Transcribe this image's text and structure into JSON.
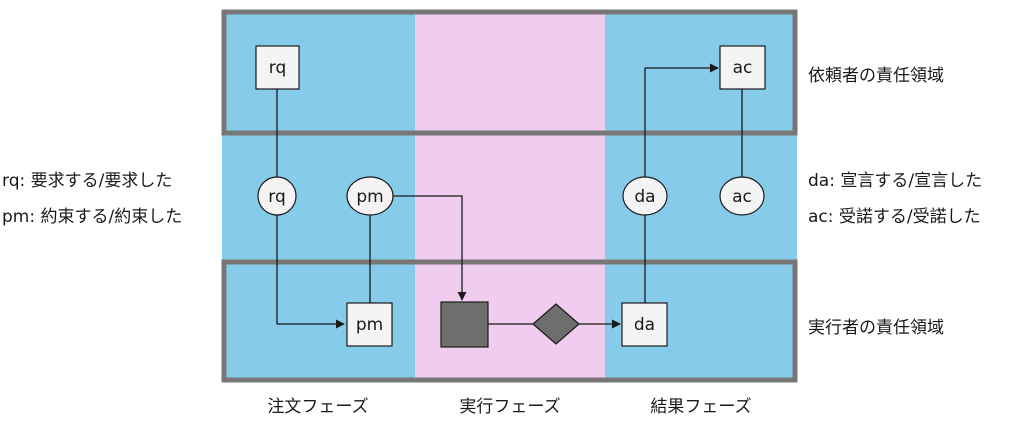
{
  "roles": {
    "initiator": "依頼者の責任領域",
    "executor": "実行者の責任領域"
  },
  "phases": {
    "order": "注文フェーズ",
    "execution": "実行フェーズ",
    "result": "結果フェーズ"
  },
  "legend": {
    "rq": "rq: 要求する/要求した",
    "pm": "pm: 約束する/約束した",
    "da": "da:  宣言する/宣言した",
    "ac": "ac:  受諾する/受諾した"
  },
  "nodes": {
    "rq_box": "rq",
    "ac_box": "ac",
    "rq_circle": "rq",
    "pm_circle": "pm",
    "da_circle": "da",
    "ac_circle": "ac",
    "pm_box": "pm",
    "da_box": "da"
  },
  "colors": {
    "order_phase": "#86ccea",
    "execution_phase": "#f0cdee",
    "result_phase": "#86ccea",
    "border": "#777777",
    "exec_shapes": "#6e6e6e"
  }
}
